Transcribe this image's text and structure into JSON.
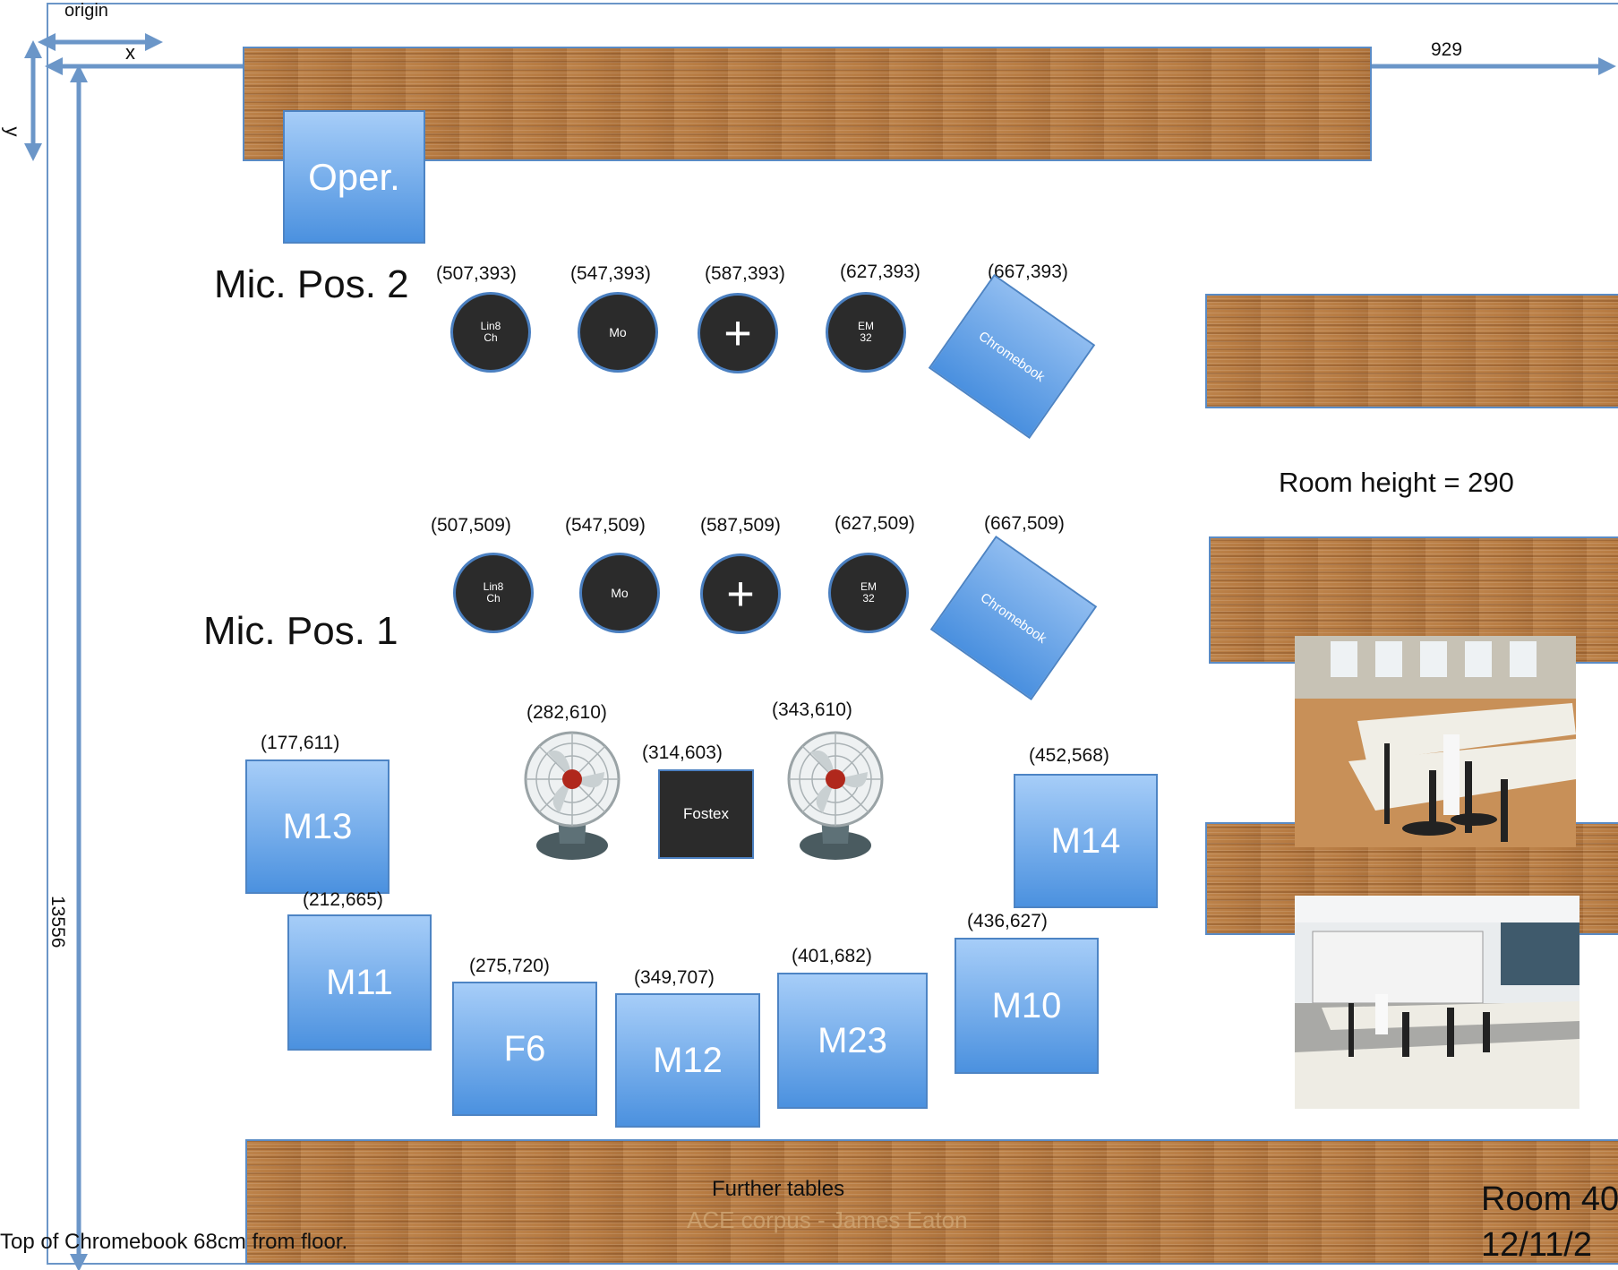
{
  "axes": {
    "origin_label": "origin",
    "x_label": "x",
    "y_label": "y",
    "width_value": "929",
    "height_value": "13556"
  },
  "operator_label": "Oper.",
  "mic_positions": [
    {
      "label": "Mic. Pos. 2",
      "devices": [
        {
          "name": "Lin8\nCh",
          "coord": "(507,393)"
        },
        {
          "name": "Mo",
          "coord": "(547,393)"
        },
        {
          "name": "+",
          "coord": "(587,393)"
        },
        {
          "name": "EM\n32",
          "coord": "(627,393)"
        },
        {
          "name": "Chromebook",
          "coord": "(667,393)"
        }
      ]
    },
    {
      "label": "Mic. Pos. 1",
      "devices": [
        {
          "name": "Lin8\nCh",
          "coord": "(507,509)"
        },
        {
          "name": "Mo",
          "coord": "(547,509)"
        },
        {
          "name": "+",
          "coord": "(587,509)"
        },
        {
          "name": "EM\n32",
          "coord": "(627,509)"
        },
        {
          "name": "Chromebook",
          "coord": "(667,509)"
        }
      ]
    }
  ],
  "noise_sources": [
    {
      "name": "fan",
      "coord": "(282,610)"
    },
    {
      "name": "Fostex",
      "coord": "(314,603)"
    },
    {
      "name": "fan",
      "coord": "(343,610)"
    }
  ],
  "speakers": [
    {
      "name": "M13",
      "coord": "(177,611)"
    },
    {
      "name": "M14",
      "coord": "(452,568)"
    },
    {
      "name": "M11",
      "coord": "(212,665)"
    },
    {
      "name": "F6",
      "coord": "(275,720)"
    },
    {
      "name": "M12",
      "coord": "(349,707)"
    },
    {
      "name": "M23",
      "coord": "(401,682)"
    },
    {
      "name": "M10",
      "coord": "(436,627)"
    }
  ],
  "room_height_text": "Room height = 290",
  "further_tables_text": "Further tables",
  "watermark_text": "ACE corpus - James Eaton",
  "footnote_text": "Top of Chromebook 68cm from floor.",
  "room_label_line1": "Room 40",
  "room_label_line2": "12/11/2",
  "colors": {
    "accent": "#5a8bc5",
    "box_top": "#a6cdf8",
    "box_bottom": "#4b91df",
    "mic": "#2b2b2b",
    "wood": "#b77b42"
  }
}
